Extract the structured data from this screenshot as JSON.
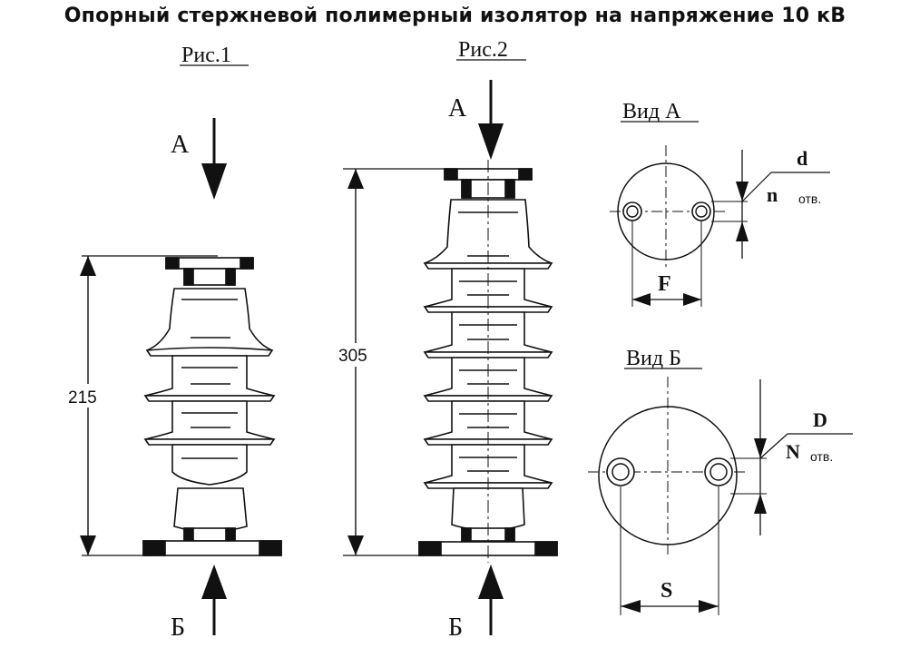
{
  "title": "Опорный стержневой полимерный изолятор на напряжение 10 кВ",
  "figures": {
    "fig1": {
      "label": "Рис.1",
      "dimension": "215",
      "arrow_top": "А",
      "arrow_bottom": "Б"
    },
    "fig2": {
      "label": "Рис.2",
      "dimension": "305",
      "arrow_top": "А",
      "arrow_bottom": "Б"
    }
  },
  "view_a": {
    "label": "Вид А",
    "hole_diameter": "d",
    "hole_count": "n",
    "holes_suffix": "отв.",
    "spacing": "F"
  },
  "view_b": {
    "label": "Вид Б",
    "hole_diameter": "D",
    "hole_count": "N",
    "holes_suffix": "отв.",
    "spacing": "S"
  }
}
